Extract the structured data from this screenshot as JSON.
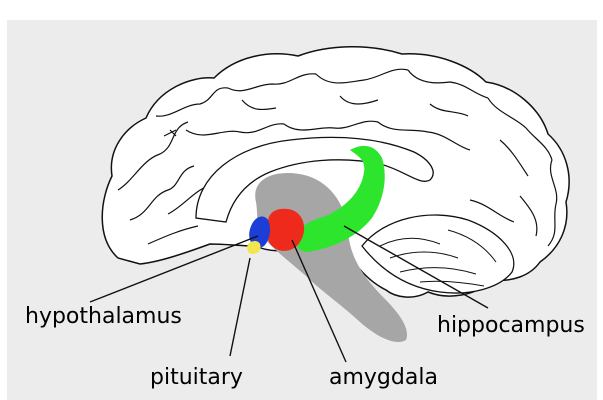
{
  "labels": {
    "hypothalamus": "hypothalamus",
    "pituitary": "pituitary",
    "amygdala": "amygdala",
    "hippocampus": "hippocampus"
  },
  "colors": {
    "background": "#ffffff",
    "frame": "#ececec",
    "brainstem": "#a6a6a6",
    "hypothalamus": "#1d3ed6",
    "pituitary": "#f1e64c",
    "amygdala": "#ee2a1d",
    "hippocampus": "#2ee52e",
    "outline": "#111111"
  }
}
